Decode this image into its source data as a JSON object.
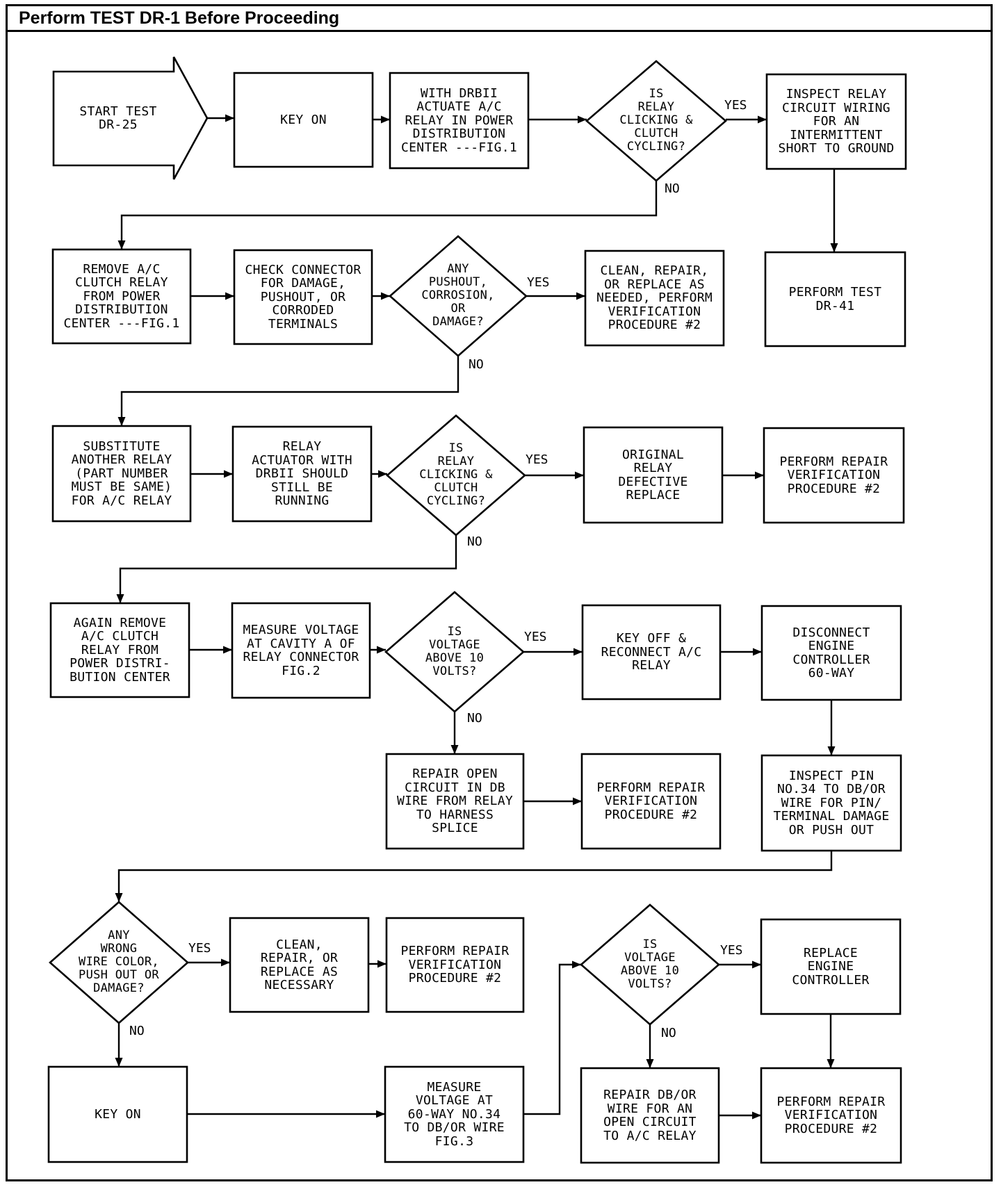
{
  "header": {
    "title": "Perform TEST DR-1 Before Proceeding"
  },
  "nodes": {
    "start": "START TEST\nDR-25",
    "key_on_1": "KEY ON",
    "actuate_relay": "WITH DRBII\nACTUATE A/C\nRELAY IN POWER\nDISTRIBUTION\nCENTER ---FIG.1",
    "q_relay_clicking_1": "IS\nRELAY\nCLICKING &\nCLUTCH\nCYCLING?",
    "inspect_relay_wiring": "INSPECT RELAY\nCIRCUIT WIRING\nFOR AN\nINTERMITTENT\nSHORT TO GROUND",
    "perform_test_dr41": "PERFORM TEST\nDR-41",
    "remove_relay": "REMOVE A/C\nCLUTCH RELAY\nFROM POWER\nDISTRIBUTION\nCENTER ---FIG.1",
    "check_connector": "CHECK CONNECTOR\nFOR DAMAGE,\nPUSHOUT, OR\nCORRODED\nTERMINALS",
    "q_pushout": "ANY\nPUSHOUT,\nCORROSION, OR\nDAMAGE?",
    "clean_repair_1": "CLEAN, REPAIR,\nOR REPLACE AS\nNEEDED, PERFORM\nVERIFICATION\nPROCEDURE #2",
    "substitute_relay": "SUBSTITUTE\nANOTHER RELAY\n(PART NUMBER\nMUST BE SAME)\nFOR A/C RELAY",
    "relay_actuator": "RELAY\nACTUATOR WITH\nDRBII SHOULD\nSTILL BE\nRUNNING",
    "q_relay_clicking_2": "IS\nRELAY\nCLICKING &\nCLUTCH\nCYCLING?",
    "original_relay": "ORIGINAL\nRELAY\nDEFECTIVE\nREPLACE",
    "verify_1": "PERFORM REPAIR\nVERIFICATION\nPROCEDURE #2",
    "again_remove": "AGAIN REMOVE\nA/C CLUTCH\nRELAY FROM\nPOWER DISTRI-\nBUTION CENTER",
    "measure_voltage_1": "MEASURE VOLTAGE\nAT CAVITY A OF\nRELAY CONNECTOR\nFIG.2",
    "q_voltage_1": "IS\nVOLTAGE\nABOVE 10\nVOLTS?",
    "key_off": "KEY OFF &\nRECONNECT A/C\nRELAY",
    "disconnect_controller": "DISCONNECT\nENGINE\nCONTROLLER\n60-WAY",
    "repair_open": "REPAIR OPEN\nCIRCUIT IN DB\nWIRE FROM RELAY\nTO HARNESS\nSPLICE",
    "verify_2": "PERFORM REPAIR\nVERIFICATION\nPROCEDURE #2",
    "inspect_pin": "INSPECT PIN\nNO.34 TO DB/OR\nWIRE FOR PIN/\nTERMINAL DAMAGE\nOR PUSH OUT",
    "q_wrong_wire": "ANY\nWRONG\nWIRE COLOR,\nPUSH OUT OR\nDAMAGE?",
    "clean_repair_2": "CLEAN,\nREPAIR, OR\nREPLACE AS\nNECESSARY",
    "verify_3": "PERFORM REPAIR\nVERIFICATION\nPROCEDURE #2",
    "q_voltage_2": "IS\nVOLTAGE\nABOVE 10\nVOLTS?",
    "replace_controller": "REPLACE\nENGINE\nCONTROLLER",
    "key_on_2": "KEY ON",
    "measure_voltage_2": "MEASURE\nVOLTAGE AT\n60-WAY NO.34\nTO DB/OR WIRE\nFIG.3",
    "repair_dbor": "REPAIR DB/OR\nWIRE FOR AN\nOPEN CIRCUIT\nTO A/C RELAY",
    "verify_4": "PERFORM REPAIR\nVERIFICATION\nPROCEDURE #2"
  },
  "branch_labels": {
    "yes": "YES",
    "no": "NO"
  }
}
